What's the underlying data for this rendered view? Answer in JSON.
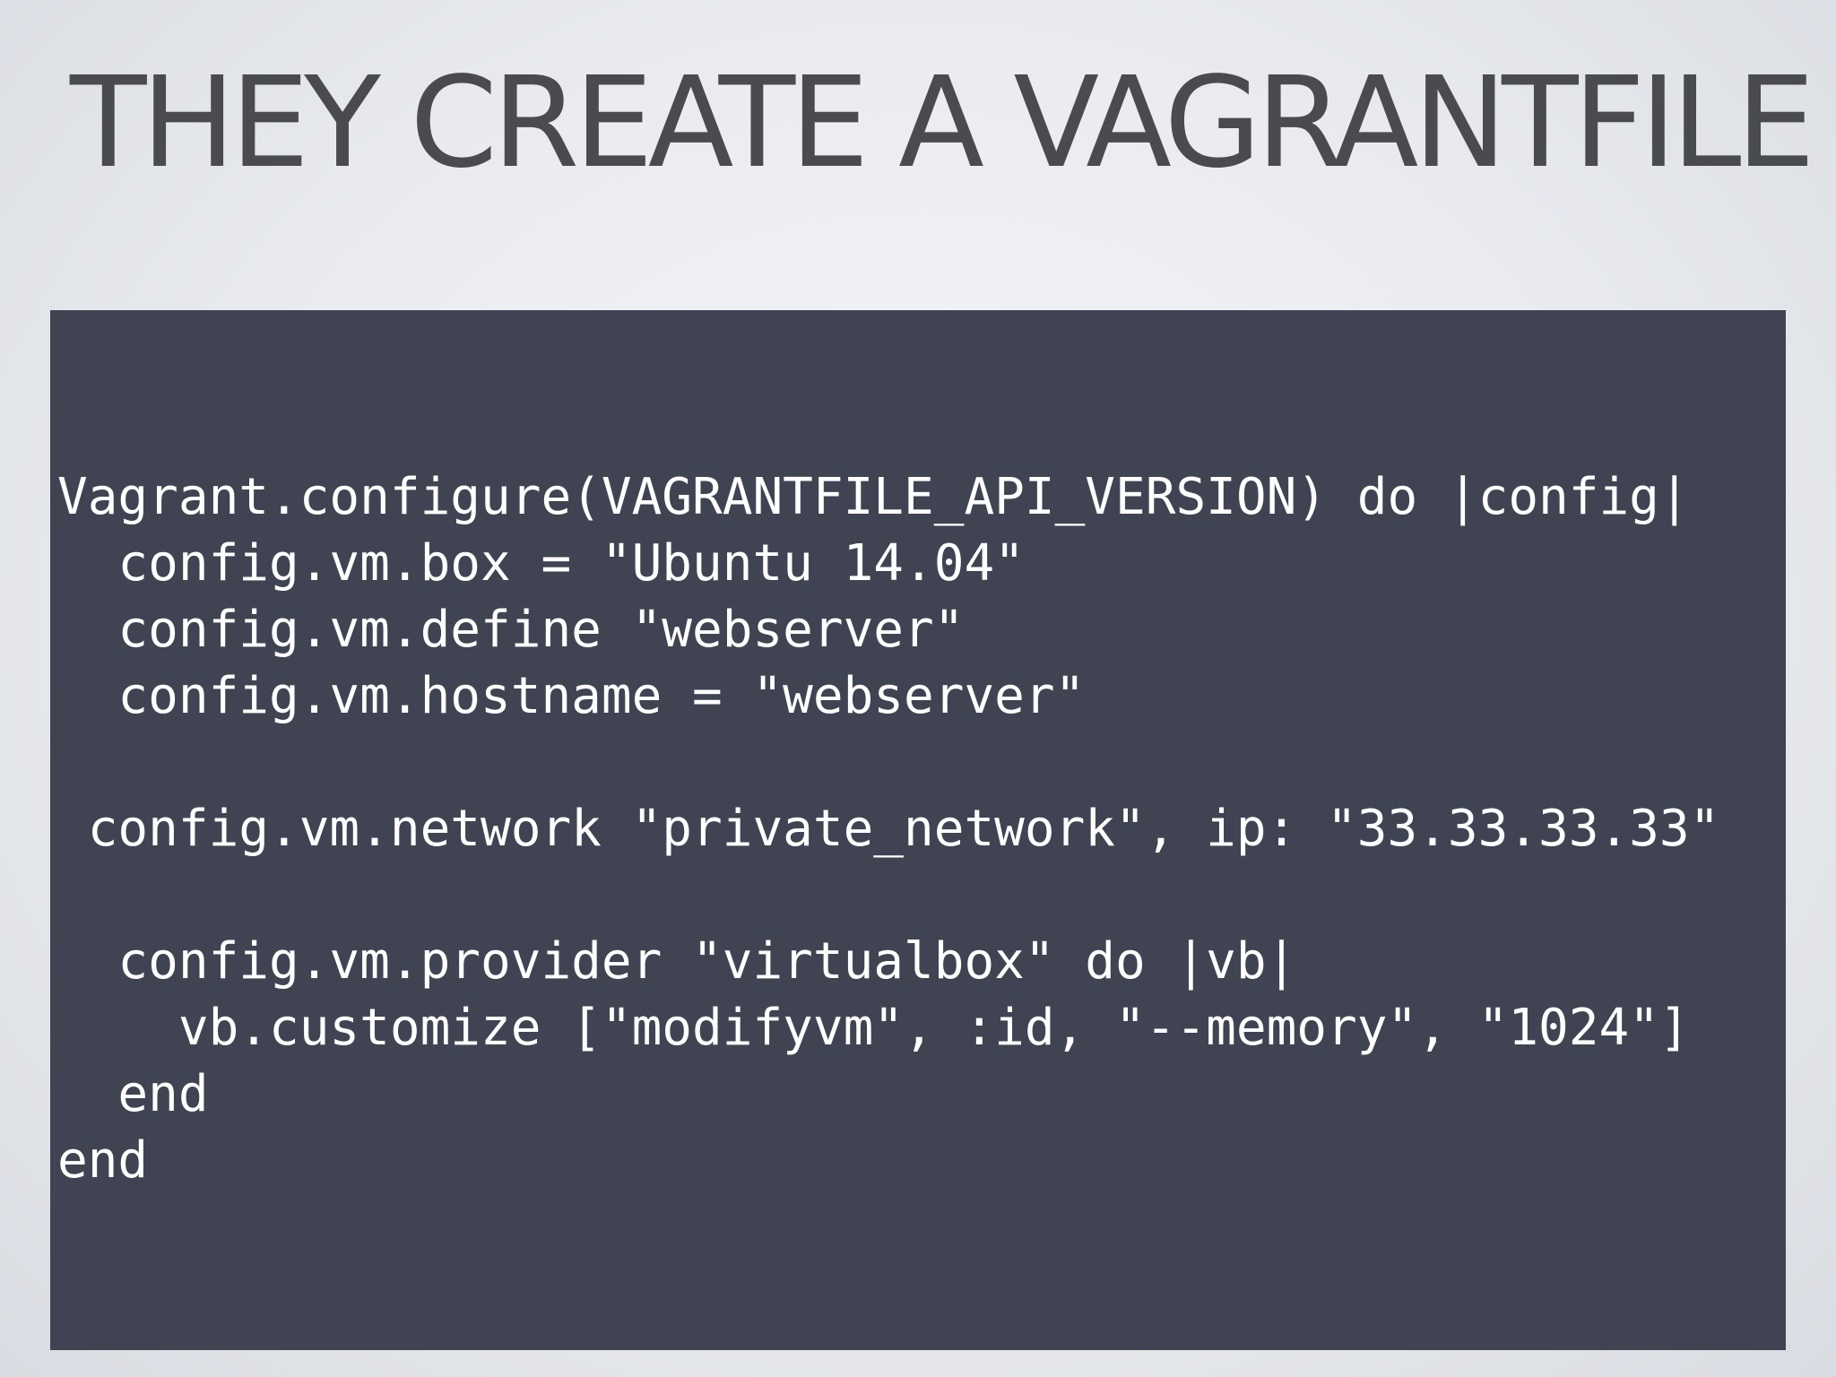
{
  "slide": {
    "title": "THEY CREATE A VAGRANTFILE"
  },
  "code": {
    "lines": [
      "Vagrant.configure(VAGRANTFILE_API_VERSION) do |config|",
      "  config.vm.box = \"Ubuntu 14.04\"",
      "  config.vm.define \"webserver\"",
      "  config.vm.hostname = \"webserver\"",
      "",
      " config.vm.network \"private_network\", ip: \"33.33.33.33\"",
      "",
      "  config.vm.provider \"virtualbox\" do |vb|",
      "    vb.customize [\"modifyvm\", :id, \"--memory\", \"1024\"]",
      "  end",
      "end"
    ]
  },
  "colors": {
    "title_text": "#4a4b4e",
    "code_background": "#404452",
    "code_text": "#ffffff"
  }
}
